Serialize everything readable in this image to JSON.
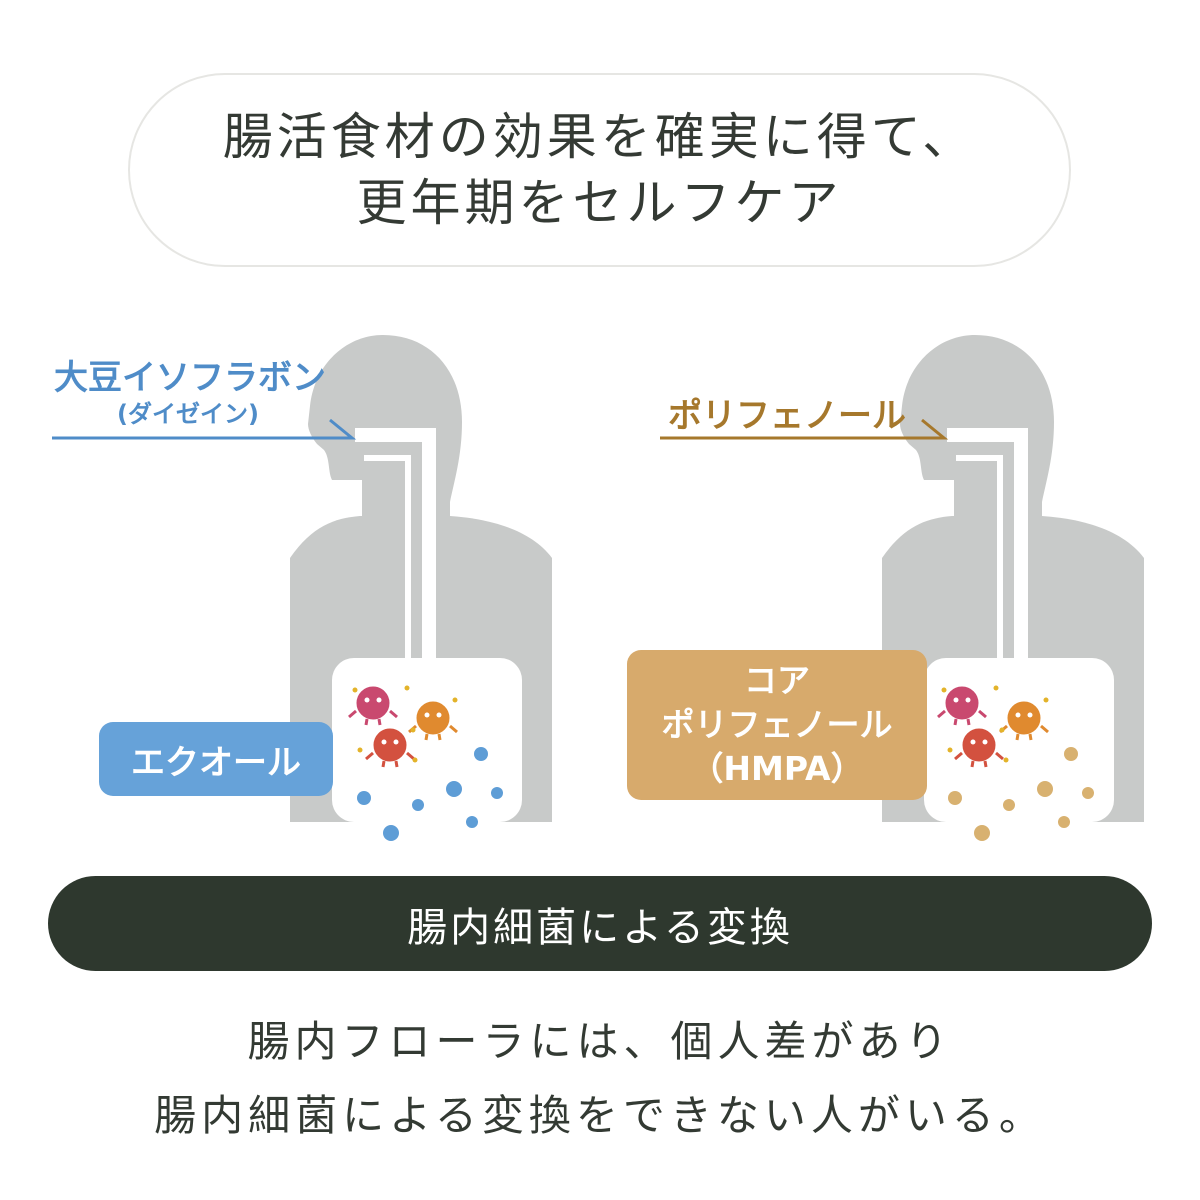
{
  "header": {
    "title_line1": "腸活食材の効果を確実に得て、",
    "title_line2": "更年期をセルフケア"
  },
  "left": {
    "input_label": "大豆イソフラボン",
    "input_sub": "(ダイゼイン)",
    "output_label": "エクオール",
    "color": "#4f8cc8",
    "box_color": "#66a2d9"
  },
  "right": {
    "input_label": "ポリフェノール",
    "output_line1": "コア",
    "output_line2": "ポリフェノール",
    "output_line3": "（HMPA）",
    "color": "#a6782c",
    "box_color": "#d7aa6c"
  },
  "conversion_bar": "腸内細菌による変換",
  "note_line1": "腸内フローラには、個人差があり",
  "note_line2": "腸内細菌による変換をできない人がいる。",
  "icons": [
    "human-silhouette-icon",
    "gut-bacteria-icon",
    "molecule-dot-icon",
    "sparkle-icon"
  ]
}
